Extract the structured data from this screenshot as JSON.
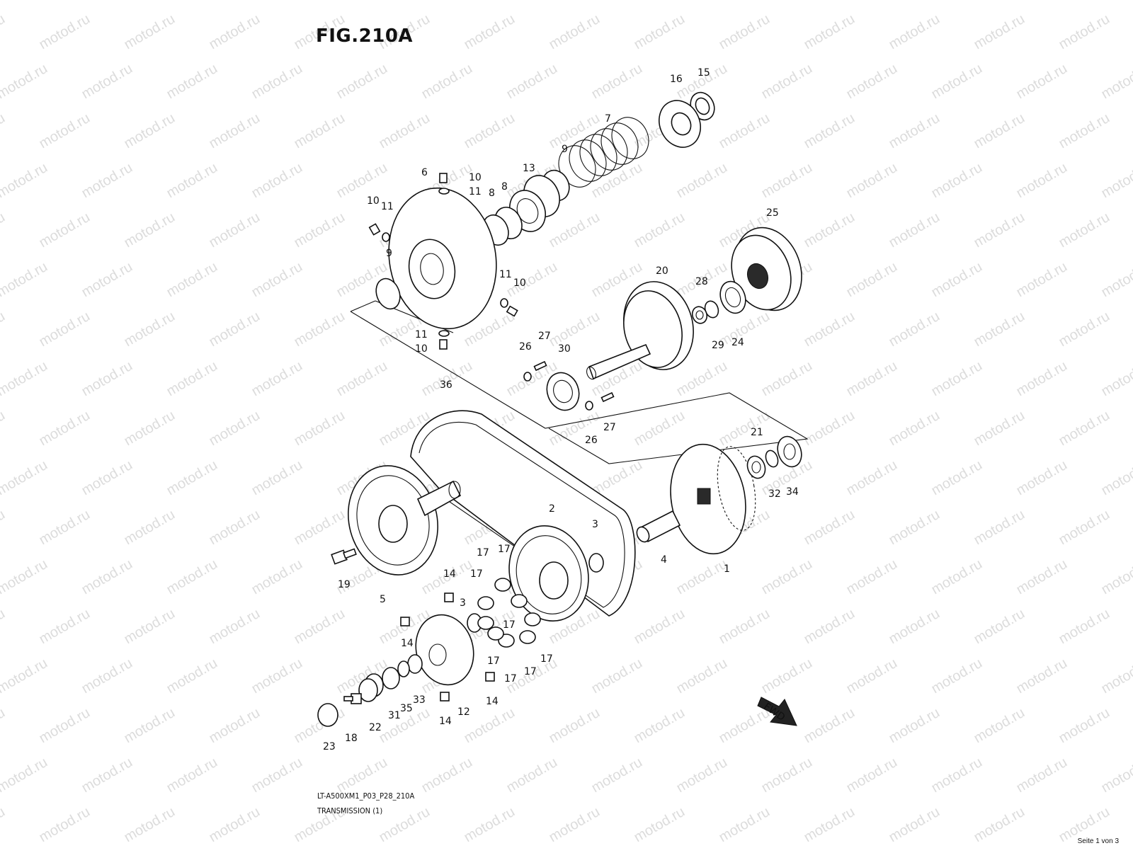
{
  "figure": {
    "title": "FIG.210A",
    "model_code": "LT-A500XM1_P03_P28_210A",
    "section_name": "TRANSMISSION (1)",
    "page_indicator": "Seite 1 von 3",
    "watermark_text": "motod.ru",
    "fwd_label": "FWD"
  },
  "callouts": [
    {
      "id": "c15",
      "text": "15"
    },
    {
      "id": "c16",
      "text": "16"
    },
    {
      "id": "c7",
      "text": "7"
    },
    {
      "id": "c9a",
      "text": "9"
    },
    {
      "id": "c13",
      "text": "13"
    },
    {
      "id": "c8a",
      "text": "8"
    },
    {
      "id": "c8b",
      "text": "8"
    },
    {
      "id": "c6",
      "text": "6"
    },
    {
      "id": "c10a",
      "text": "10"
    },
    {
      "id": "c11a",
      "text": "11"
    },
    {
      "id": "c10b",
      "text": "10"
    },
    {
      "id": "c11b",
      "text": "11"
    },
    {
      "id": "c9b",
      "text": "9"
    },
    {
      "id": "c11c",
      "text": "11"
    },
    {
      "id": "c10c",
      "text": "10"
    },
    {
      "id": "c11d",
      "text": "11"
    },
    {
      "id": "c10d",
      "text": "10"
    },
    {
      "id": "c25",
      "text": "25"
    },
    {
      "id": "c20",
      "text": "20"
    },
    {
      "id": "c28",
      "text": "28"
    },
    {
      "id": "c29",
      "text": "29"
    },
    {
      "id": "c24",
      "text": "24"
    },
    {
      "id": "c26a",
      "text": "26"
    },
    {
      "id": "c27a",
      "text": "27"
    },
    {
      "id": "c30",
      "text": "30"
    },
    {
      "id": "c26b",
      "text": "26"
    },
    {
      "id": "c27b",
      "text": "27"
    },
    {
      "id": "c36",
      "text": "36"
    },
    {
      "id": "c21",
      "text": "21"
    },
    {
      "id": "c32",
      "text": "32"
    },
    {
      "id": "c34",
      "text": "34"
    },
    {
      "id": "c1",
      "text": "1"
    },
    {
      "id": "c4",
      "text": "4"
    },
    {
      "id": "c2",
      "text": "2"
    },
    {
      "id": "c3a",
      "text": "3"
    },
    {
      "id": "c3b",
      "text": "3"
    },
    {
      "id": "c19",
      "text": "19"
    },
    {
      "id": "c5",
      "text": "5"
    },
    {
      "id": "c17a",
      "text": "17"
    },
    {
      "id": "c17b",
      "text": "17"
    },
    {
      "id": "c17c",
      "text": "17"
    },
    {
      "id": "c17d",
      "text": "17"
    },
    {
      "id": "c17e",
      "text": "17"
    },
    {
      "id": "c17f",
      "text": "17"
    },
    {
      "id": "c17g",
      "text": "17"
    },
    {
      "id": "c17h",
      "text": "17"
    },
    {
      "id": "c14a",
      "text": "14"
    },
    {
      "id": "c14b",
      "text": "14"
    },
    {
      "id": "c14c",
      "text": "14"
    },
    {
      "id": "c14d",
      "text": "14"
    },
    {
      "id": "c12",
      "text": "12"
    },
    {
      "id": "c33",
      "text": "33"
    },
    {
      "id": "c35",
      "text": "35"
    },
    {
      "id": "c31",
      "text": "31"
    },
    {
      "id": "c22",
      "text": "22"
    },
    {
      "id": "c18",
      "text": "18"
    },
    {
      "id": "c23",
      "text": "23"
    }
  ]
}
